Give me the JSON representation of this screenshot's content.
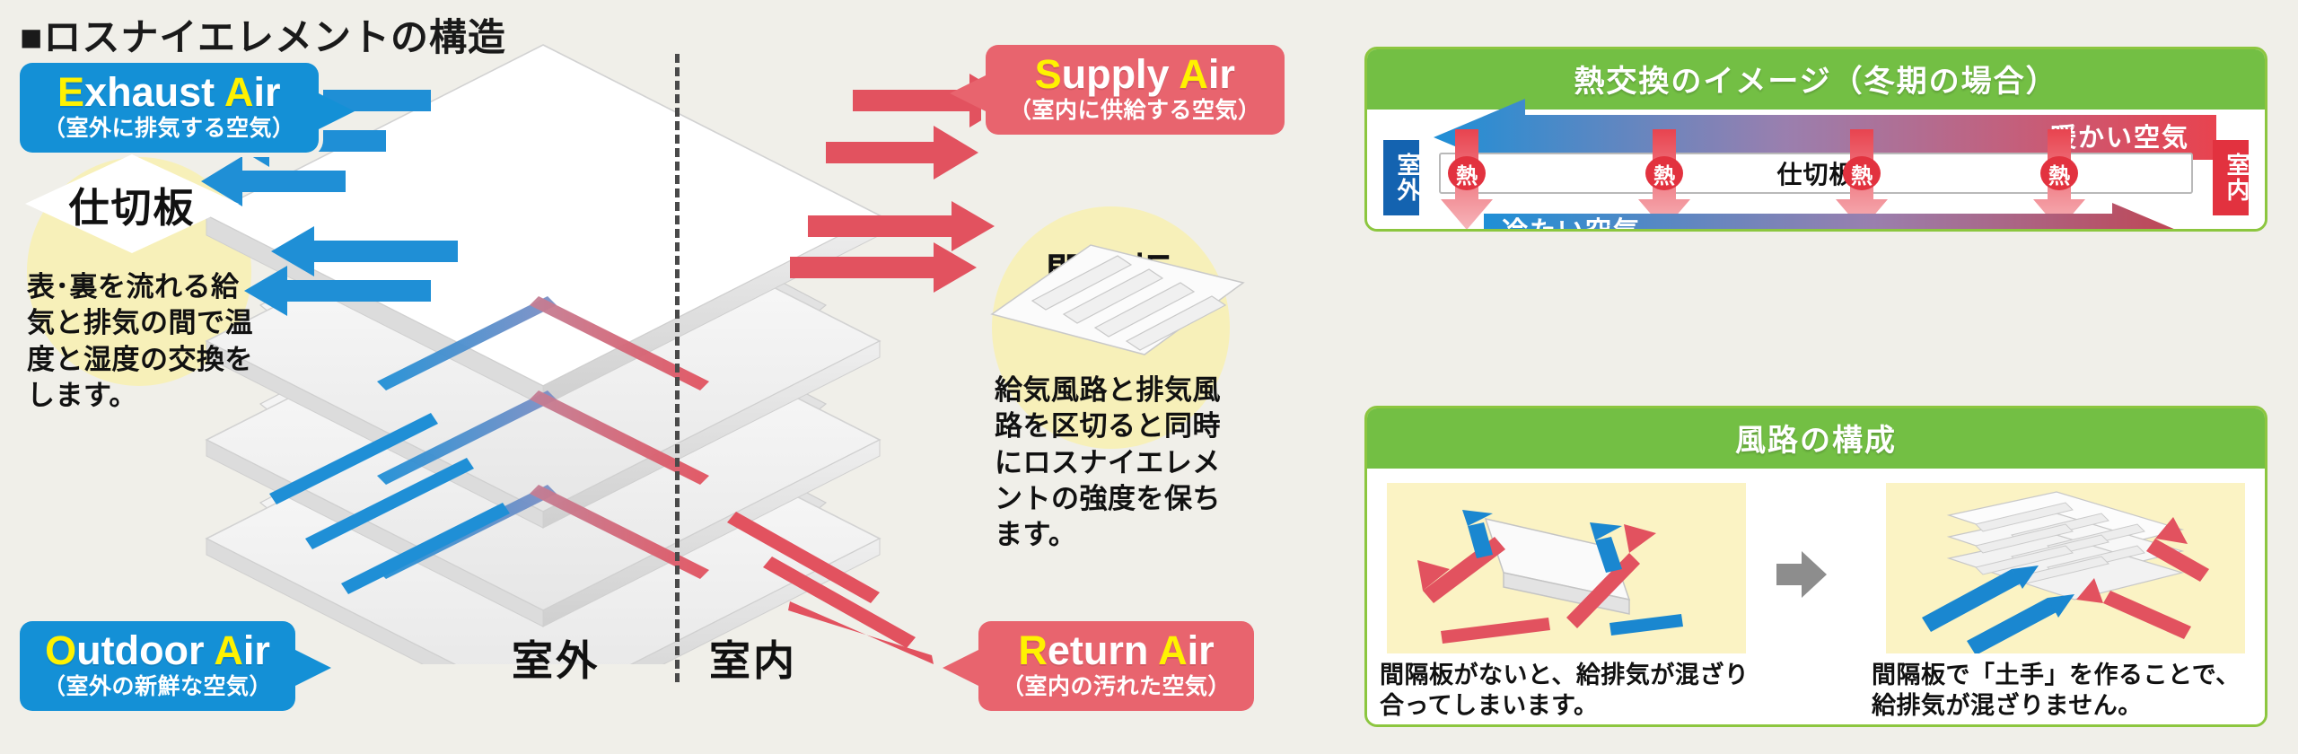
{
  "page": {
    "title": "■ロスナイエレメントの構造",
    "background_color": "#f0efe9"
  },
  "colors": {
    "blue": "#1490d6",
    "blue_dark": "#1463b0",
    "red": "#e8646e",
    "red_dark": "#e2323f",
    "yellow_accent": "#fff200",
    "green_header": "#73bf44",
    "green_border": "#8cc63f",
    "blob_yellow": "#f7f0b9",
    "card_yellow": "#fbf3c4",
    "gray_arrow": "#8d8d8d"
  },
  "badges": {
    "exhaust": {
      "en_first": "E",
      "en_rest": "xhaust ",
      "en_second": "A",
      "en_tail": "ir",
      "jp": "（室外に排気する空気）",
      "color": "#1490d6"
    },
    "outdoor": {
      "en_first": "O",
      "en_rest": "utdoor ",
      "en_second": "A",
      "en_tail": "ir",
      "jp": "（室外の新鮮な空気）",
      "color": "#1490d6"
    },
    "supply": {
      "en_first": "S",
      "en_rest": "upply ",
      "en_second": "A",
      "en_tail": "ir",
      "jp": "（室内に供給する空気）",
      "color": "#e8646e"
    },
    "return": {
      "en_first": "R",
      "en_rest": "eturn ",
      "en_second": "A",
      "en_tail": "ir",
      "jp": "（室内の汚れた空気）",
      "color": "#e8646e"
    }
  },
  "main_diagram": {
    "partition_label": "仕切板",
    "partition_description": "表･裏を流れる給気と排気の間で温度と湿度の交換をします。",
    "spacer_label": "間隔板",
    "spacer_description": "給気風路と排気風路を区切ると同時にロスナイエレメントの強度を保ちます。",
    "center_left_label": "室外",
    "center_right_label": "室内"
  },
  "heat_panel": {
    "header": "熱交換のイメージ（冬期の場合）",
    "warm_air_label": "暖かい空気",
    "cold_air_label": "冷たい空気",
    "outdoor_label": "室外",
    "indoor_label": "室内",
    "partition_label": "仕切板",
    "heat_symbol": "熱",
    "heat_marker_count": 4
  },
  "duct_panel": {
    "header": "風路の構成",
    "caption_left": "間隔板がないと、給排気が混ざり合ってしまいます。",
    "caption_right": "間隔板で「土手」を作ることで、給排気が混ざりません。"
  }
}
